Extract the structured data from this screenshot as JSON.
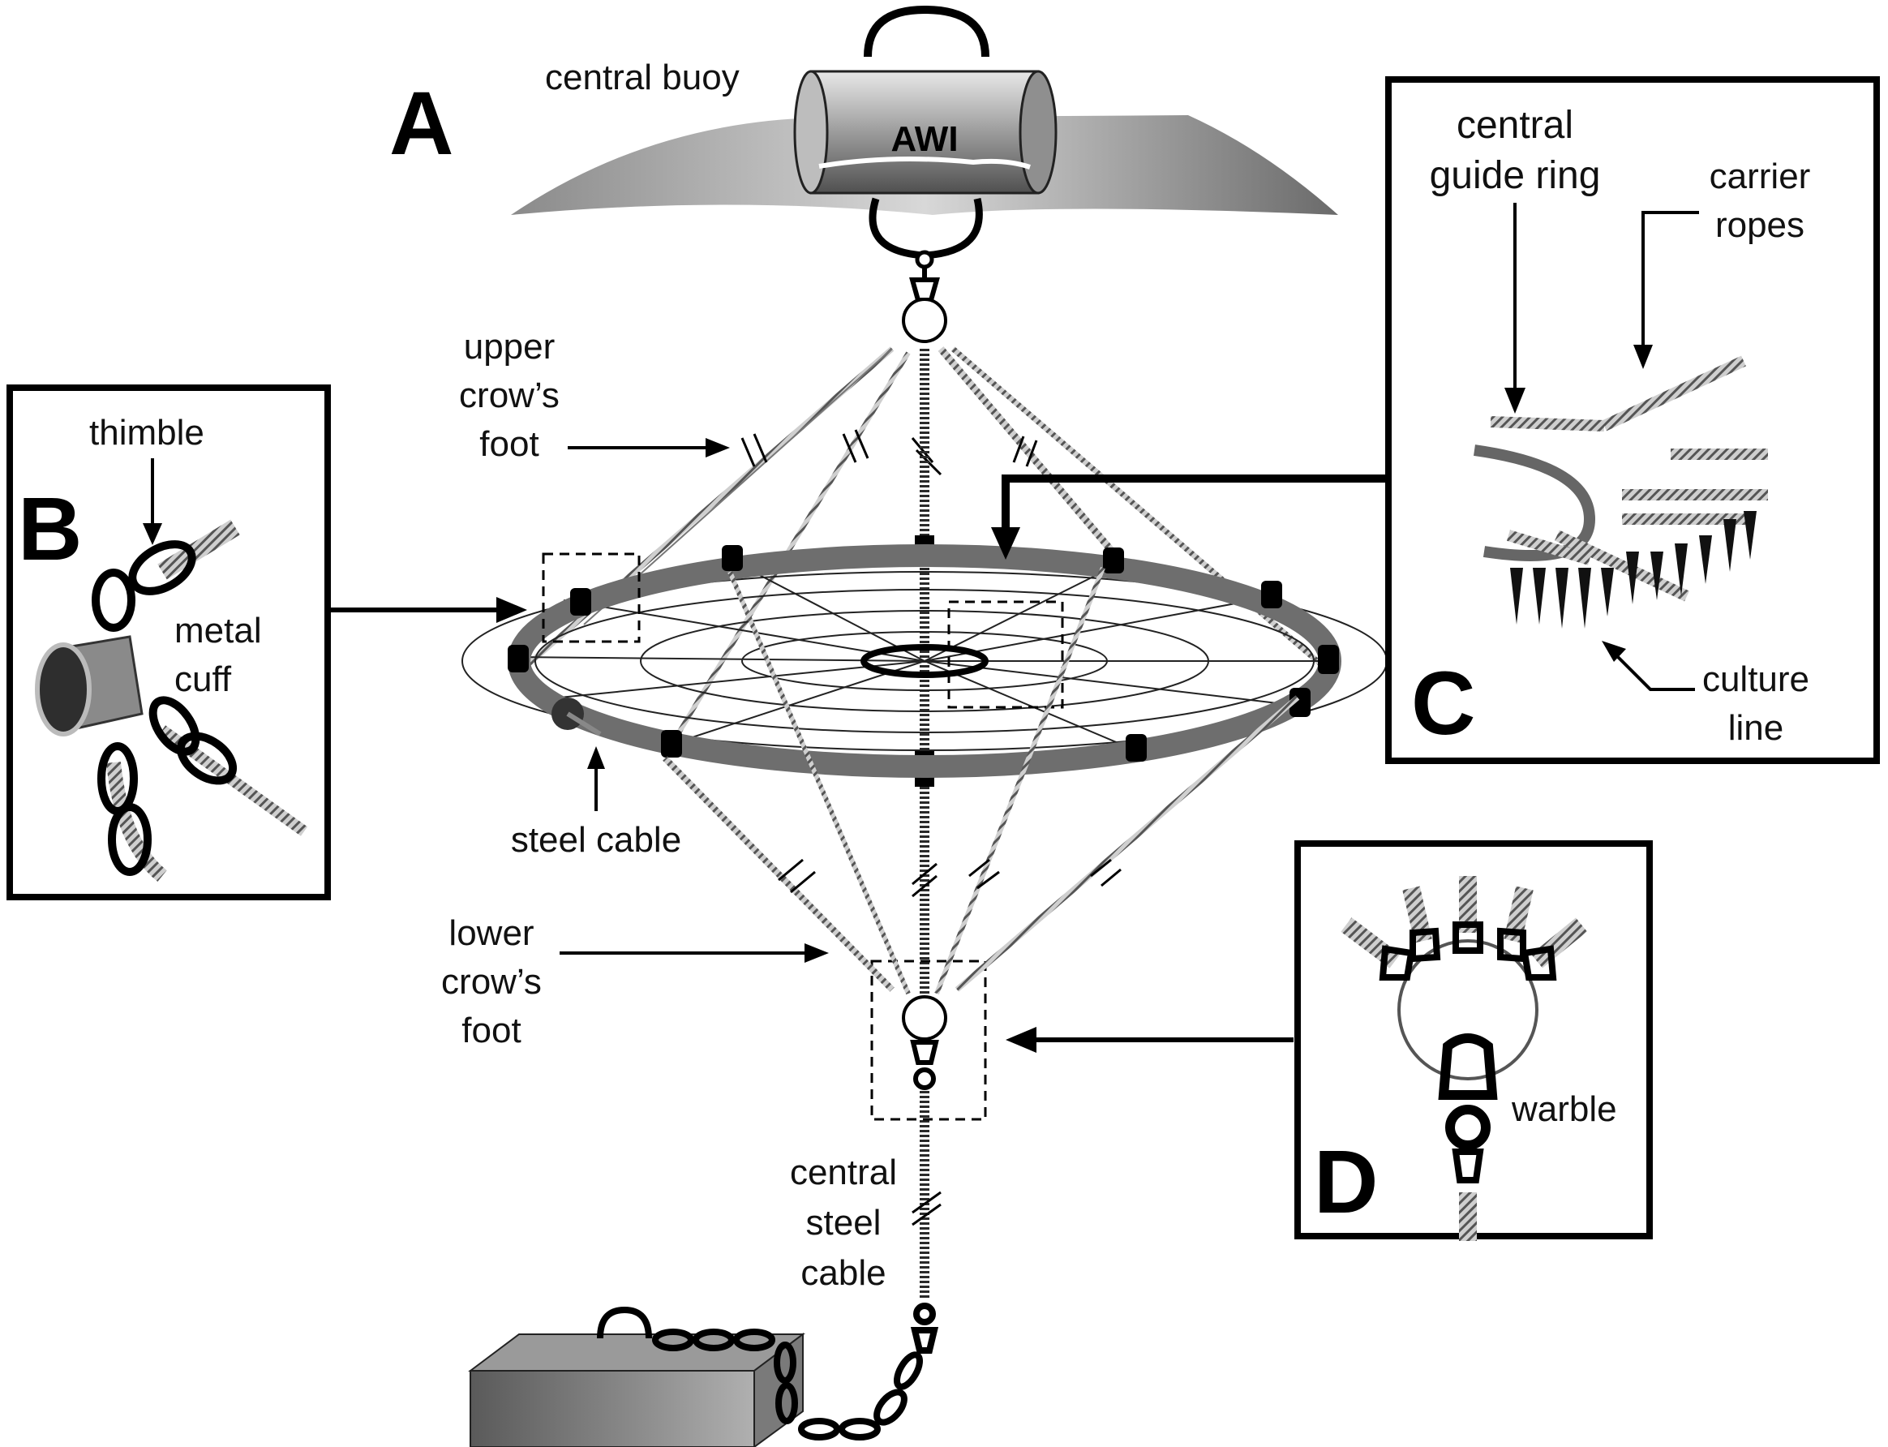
{
  "panels": {
    "a": "A",
    "b": "B",
    "c": "C",
    "d": "D"
  },
  "buoy": {
    "label": "central buoy",
    "logo_text": "AWI"
  },
  "labels": {
    "upper_crows_foot": [
      "upper",
      "crow’s",
      "foot"
    ],
    "lower_crows_foot": [
      "lower",
      "crow’s",
      "foot"
    ],
    "steel_cable": "steel cable",
    "central_steel_cable": [
      "central",
      "steel",
      "cable"
    ]
  },
  "panel_b": {
    "thimble": "thimble",
    "metal_cuff": [
      "metal",
      "cuff"
    ]
  },
  "panel_c": {
    "central_guide_ring": [
      "central",
      "guide ring"
    ],
    "carrier_ropes": [
      "carrier",
      "ropes"
    ],
    "culture_line": [
      "culture",
      "line"
    ]
  },
  "panel_d": {
    "warble": "warble"
  },
  "colors": {
    "ring": "#6e6e6e",
    "ink": "#000000",
    "water": "#9a9a9a"
  }
}
